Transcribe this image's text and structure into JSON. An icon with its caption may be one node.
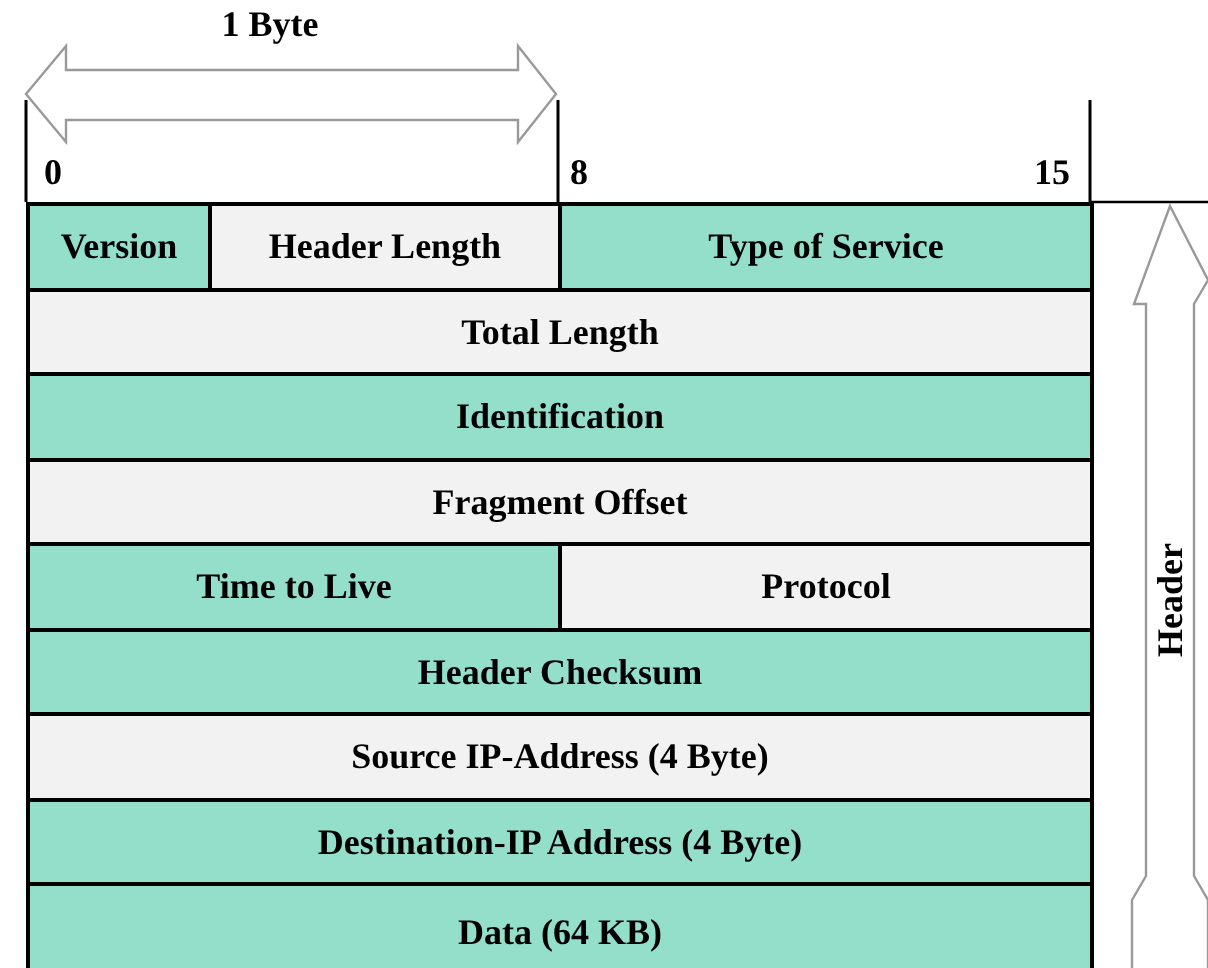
{
  "diagram": {
    "nodes": [
      {
        "text": [
          "Version"
        ]
      },
      {
        "text": [
          "Header Length"
        ]
      },
      {
        "text": [
          "Type of Service"
        ]
      },
      {
        "text": [
          "Total Length"
        ]
      },
      {
        "text": [
          "Identification"
        ]
      },
      {
        "text": [
          "Fragment Offset"
        ]
      },
      {
        "text": [
          "Time to Live"
        ]
      },
      {
        "text": [
          "Protocol"
        ]
      },
      {
        "text": [
          "Header Checksum"
        ]
      },
      {
        "text": [
          "Source IP-Address (4 Byte)"
        ]
      },
      {
        "text": [
          "Destination-IP Address (4 Byte)"
        ]
      },
      {
        "text": [
          "Data (64 KB)"
        ]
      }
    ],
    "labels": [
      "1 Byte",
      "0",
      "8",
      "15",
      "Header"
    ]
  }
}
